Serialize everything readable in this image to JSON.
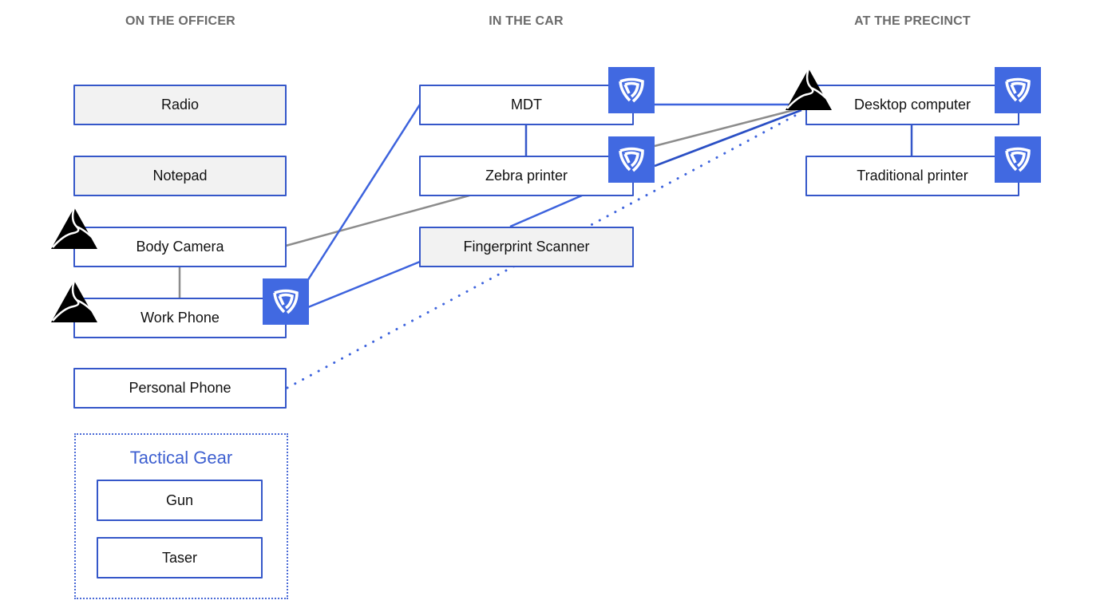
{
  "columns": [
    {
      "title": "ON THE OFFICER"
    },
    {
      "title": "IN THE CAR"
    },
    {
      "title": "AT THE PRECINCT"
    }
  ],
  "nodes": {
    "radio": {
      "label": "Radio",
      "shaded": true
    },
    "notepad": {
      "label": "Notepad",
      "shaded": true
    },
    "body_camera": {
      "label": "Body Camera",
      "shaded": false
    },
    "work_phone": {
      "label": "Work Phone",
      "shaded": false
    },
    "personal_phone": {
      "label": "Personal Phone",
      "shaded": false
    },
    "mdt": {
      "label": "MDT",
      "shaded": false
    },
    "zebra_printer": {
      "label": "Zebra printer",
      "shaded": false
    },
    "fingerprint_scanner": {
      "label": "Fingerprint Scanner",
      "shaded": true
    },
    "desktop_computer": {
      "label": "Desktop computer",
      "shaded": false
    },
    "traditional_printer": {
      "label": "Traditional  printer",
      "shaded": false
    }
  },
  "group": {
    "title": "Tactical Gear",
    "items": [
      {
        "label": "Gun"
      },
      {
        "label": "Taser"
      }
    ]
  },
  "badges": {
    "shield": {
      "icon": "shield-icon",
      "color": "#4169e1",
      "attached_to": [
        "work_phone",
        "mdt",
        "zebra_printer",
        "desktop_computer",
        "traditional_printer"
      ]
    },
    "triangle_logo": {
      "icon": "triangle-logo-icon",
      "color": "#000000",
      "attached_to": [
        "body_camera",
        "work_phone",
        "desktop_computer"
      ]
    }
  },
  "links": [
    {
      "from": "body_camera",
      "to": "work_phone",
      "style": "solid",
      "color": "#8c8c8c"
    },
    {
      "from": "body_camera",
      "to": "zebra_printer",
      "style": "solid",
      "color": "#8c8c8c"
    },
    {
      "from": "work_phone",
      "to": "mdt",
      "style": "solid",
      "color": "#3d63dd"
    },
    {
      "from": "work_phone",
      "to": "fingerprint_scanner",
      "style": "solid",
      "color": "#3d63dd"
    },
    {
      "from": "personal_phone",
      "to": "desktop_computer",
      "style": "dotted",
      "color": "#3d63dd"
    },
    {
      "from": "mdt",
      "to": "zebra_printer",
      "style": "solid",
      "color": "#3557c9"
    },
    {
      "from": "mdt",
      "to": "desktop_computer",
      "style": "solid",
      "color": "#3d63dd"
    },
    {
      "from": "zebra_printer",
      "to": "desktop_computer",
      "style": "solid",
      "color": "#8c8c8c"
    },
    {
      "from": "zebra_printer",
      "to": "desktop_computer",
      "style": "solid",
      "color": "#2a4fc4"
    },
    {
      "from": "zebra_printer",
      "to": "fingerprint_scanner",
      "style": "solid",
      "color": "#3d63dd"
    },
    {
      "from": "desktop_computer",
      "to": "traditional_printer",
      "style": "solid",
      "color": "#3557c9"
    }
  ]
}
